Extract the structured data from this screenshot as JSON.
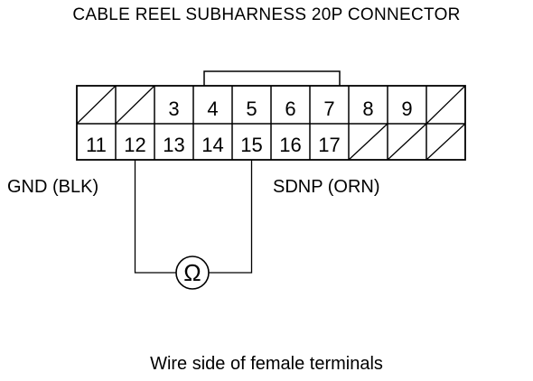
{
  "title": "CABLE REEL SUBHARNESS 20P CONNECTOR",
  "caption": "Wire side of female terminals",
  "connector": {
    "top_row": [
      "",
      "",
      "3",
      "4",
      "5",
      "6",
      "7",
      "8",
      "9",
      ""
    ],
    "top_row_blank": [
      true,
      true,
      false,
      false,
      false,
      false,
      false,
      false,
      false,
      true
    ],
    "bottom_row": [
      "11",
      "12",
      "13",
      "14",
      "15",
      "16",
      "17",
      "",
      "",
      ""
    ],
    "bottom_row_blank": [
      false,
      false,
      false,
      false,
      false,
      false,
      false,
      true,
      true,
      true
    ]
  },
  "wires": {
    "left_label": "GND (BLK)",
    "left_terminal": "12",
    "right_label": "SDNP (ORN)",
    "right_terminal": "15"
  },
  "meter": {
    "symbol": "Ω"
  }
}
